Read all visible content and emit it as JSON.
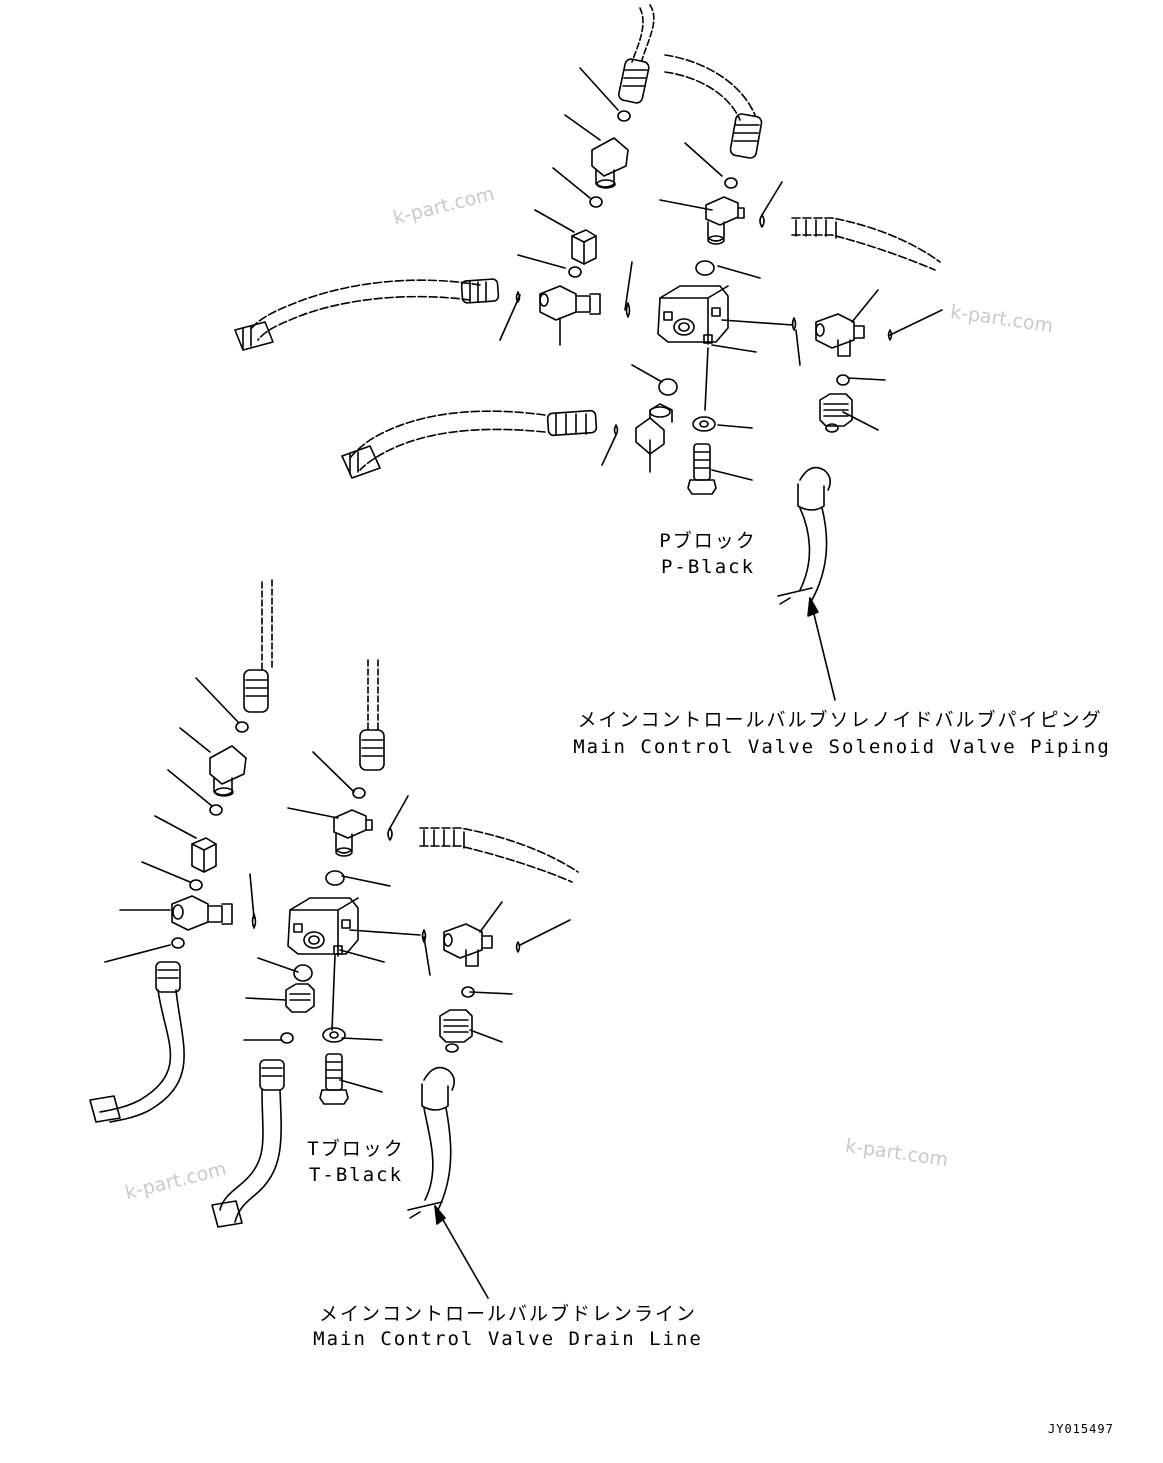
{
  "p_block": {
    "jp": "Pブロック",
    "en": "P-Black"
  },
  "t_block": {
    "jp": "Tブロック",
    "en": "T-Black"
  },
  "solenoid_piping": {
    "jp": "メインコントロールバルブソレノイドバルブパイピング",
    "en": "Main Control Valve Solenoid Valve Piping"
  },
  "drain_line": {
    "jp": "メインコントロールバルブドレンライン",
    "en": "Main Control Valve Drain Line"
  },
  "watermark": "k-part.com",
  "drawing_code": "JY015497"
}
